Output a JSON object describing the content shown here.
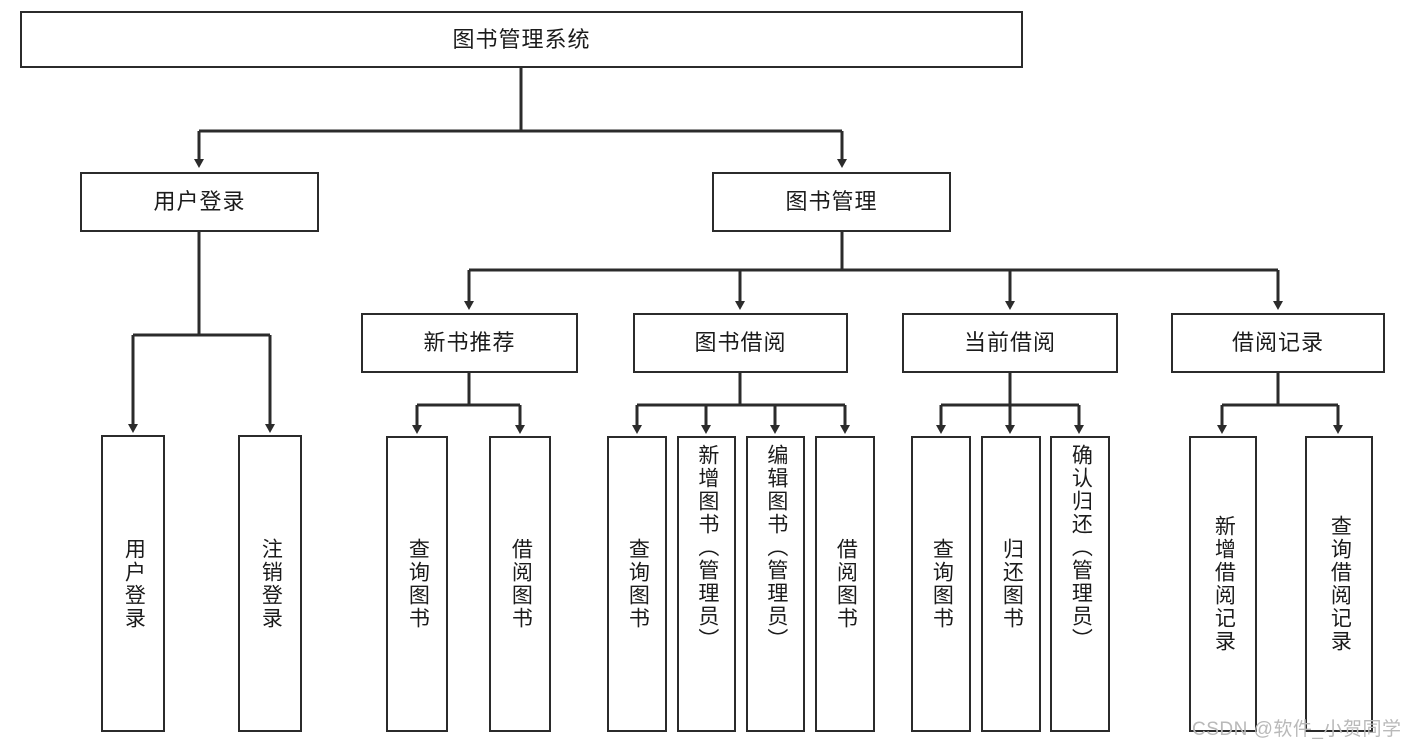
{
  "diagram": {
    "title": "图书管理系统",
    "type": "tree-hierarchy-chart",
    "orientation": "top-down",
    "colors": {
      "box_border": "#2b2b2b",
      "box_fill": "#ffffff",
      "edge": "#2b2b2b",
      "text": "#1b1b1b",
      "watermark": "#b9b9b9",
      "background": "#ffffff"
    }
  },
  "root": {
    "label": "图书管理系统"
  },
  "level2": [
    {
      "label": "用户登录"
    },
    {
      "label": "图书管理"
    }
  ],
  "level3": [
    {
      "label": "新书推荐"
    },
    {
      "label": "图书借阅"
    },
    {
      "label": "当前借阅"
    },
    {
      "label": "借阅记录"
    }
  ],
  "leaves": {
    "user_login": [
      {
        "label": "用户登录"
      },
      {
        "label": "注销登录"
      }
    ],
    "new_book_recommend": [
      {
        "label": "查询图书"
      },
      {
        "label": "借阅图书"
      }
    ],
    "book_borrow": [
      {
        "label": "查询图书"
      },
      {
        "label": "新增图书（管理员）"
      },
      {
        "label": "编辑图书（管理员）"
      },
      {
        "label": "借阅图书"
      }
    ],
    "current_borrow": [
      {
        "label": "查询图书"
      },
      {
        "label": "归还图书"
      },
      {
        "label": "确认归还（管理员）"
      }
    ],
    "borrow_records": [
      {
        "label": "新增借阅记录"
      },
      {
        "label": "查询借阅记录"
      }
    ]
  },
  "watermark": {
    "text": "CSDN @软件_小贺同学"
  }
}
